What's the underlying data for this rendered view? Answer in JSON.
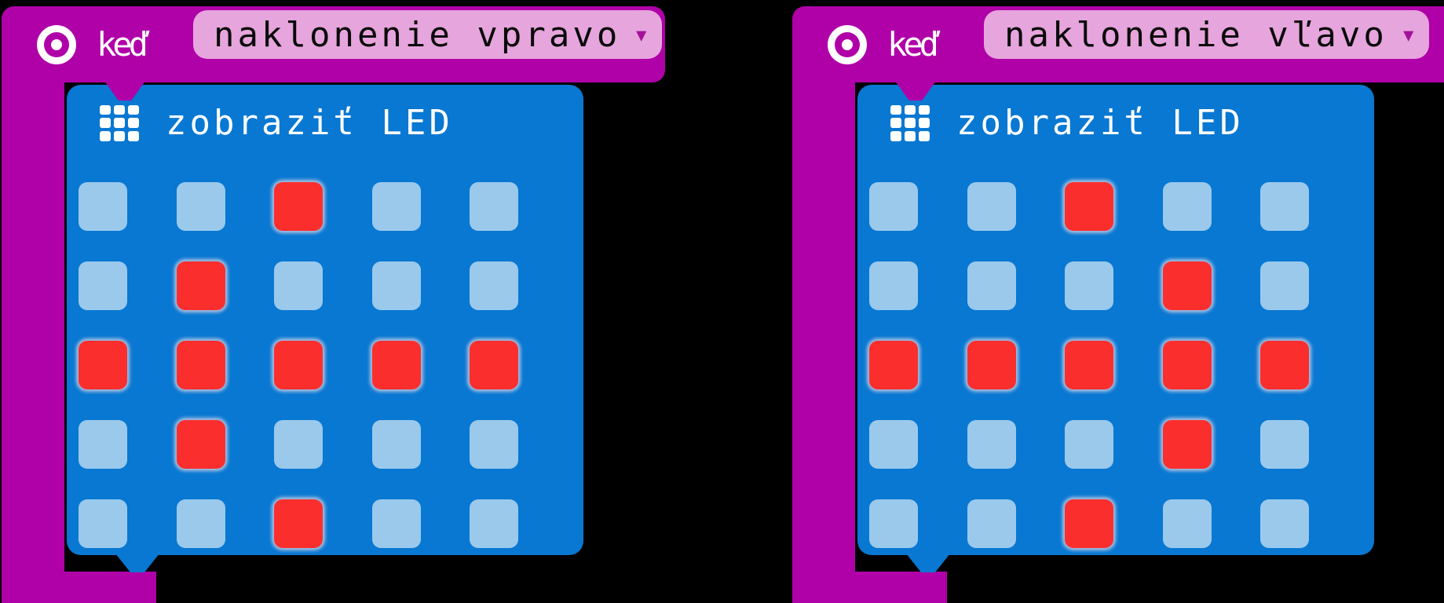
{
  "app": "MakeCode micro:bit block editor",
  "colors": {
    "magenta": "#b000a8",
    "pink": "#e6a5dc",
    "caret": "#a3119b",
    "blue": "#0878d2",
    "led_off": "#9ac9ec",
    "led_on": "#fb2e2e",
    "background": "#000000",
    "text_light": "#ffffff",
    "text_dark": "#0a0a0a"
  },
  "caret_glyph": "▾",
  "blocks": [
    {
      "event_label": "keď",
      "dropdown_value": "naklonenie vpravo",
      "action_label": "zobraziť LED",
      "led_pattern": [
        [
          0,
          0,
          1,
          0,
          0
        ],
        [
          0,
          1,
          0,
          0,
          0
        ],
        [
          1,
          1,
          1,
          1,
          1
        ],
        [
          0,
          1,
          0,
          0,
          0
        ],
        [
          0,
          0,
          1,
          0,
          0
        ]
      ]
    },
    {
      "event_label": "keď",
      "dropdown_value": "naklonenie vľavo",
      "action_label": "zobraziť LED",
      "led_pattern": [
        [
          0,
          0,
          1,
          0,
          0
        ],
        [
          0,
          0,
          0,
          1,
          0
        ],
        [
          1,
          1,
          1,
          1,
          1
        ],
        [
          0,
          0,
          0,
          1,
          0
        ],
        [
          0,
          0,
          1,
          0,
          0
        ]
      ]
    }
  ]
}
